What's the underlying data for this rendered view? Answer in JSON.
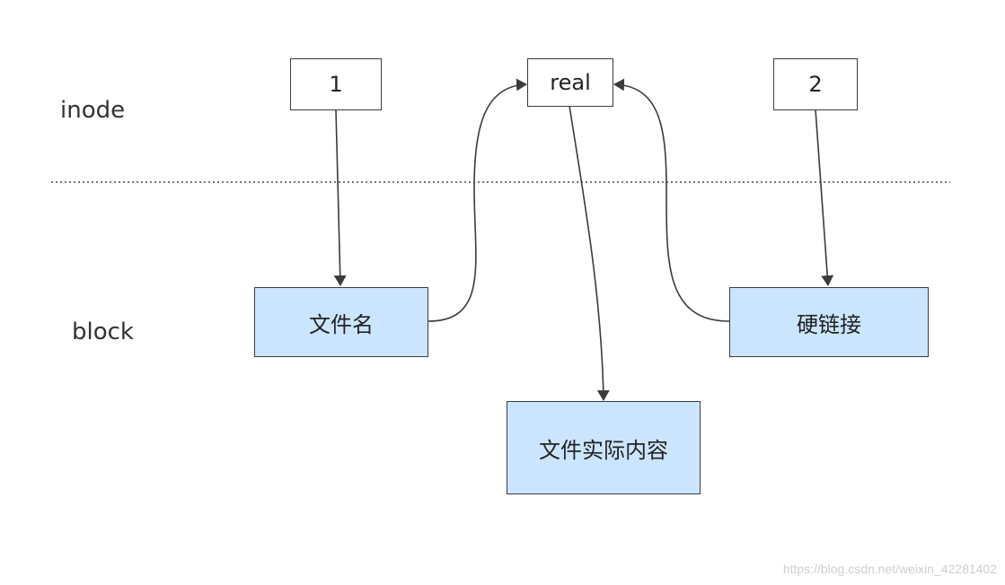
{
  "labels": {
    "inode": "inode",
    "block": "block"
  },
  "nodes": {
    "inode_1": "1",
    "inode_real": "real",
    "inode_2": "2",
    "block_filename": "文件名",
    "block_hardlink": "硬链接",
    "block_content": "文件实际内容"
  },
  "watermark": "https://blog.csdn.net/weixin_42281402",
  "colors": {
    "block_fill": "#cce5ff",
    "stroke": "#3b3b3b"
  }
}
